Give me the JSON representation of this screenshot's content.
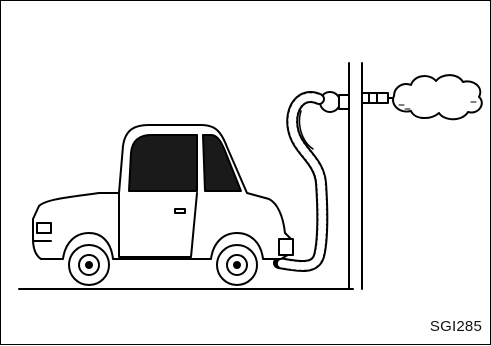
{
  "figure": {
    "code": "SGI285",
    "depicts": [
      "car",
      "exhaust-extraction-hose",
      "wall",
      "exhaust-outlet-pipe",
      "exhaust-fumes"
    ]
  },
  "colors": {
    "line": "#000000",
    "background": "#ffffff",
    "window": "#1a1a1a"
  }
}
